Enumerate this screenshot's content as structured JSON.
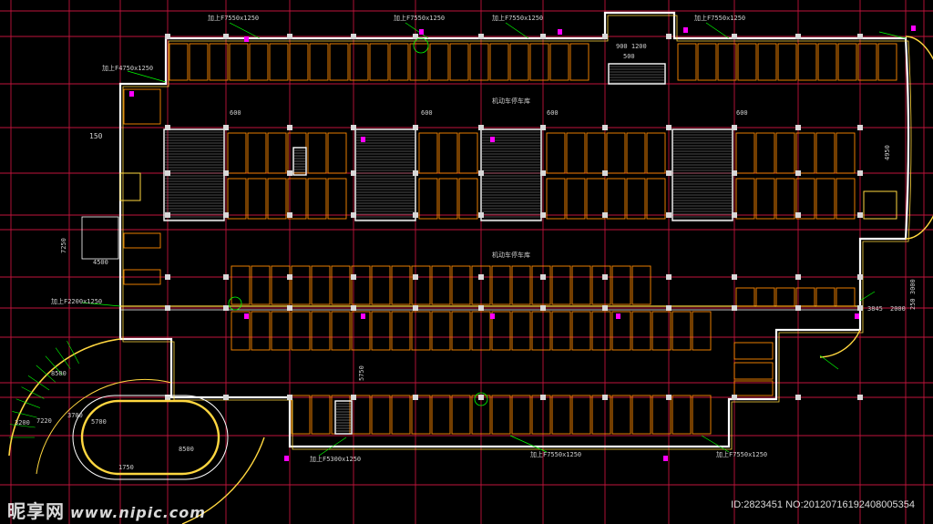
{
  "colors": {
    "background": "#000000",
    "grid": "#c0143c",
    "wall": "#ffffff",
    "outline": "#ffd740",
    "slot": "#ff8a00",
    "dimension": "#00ff00",
    "annotation": "#d0d0d0",
    "tag": "#ff00ff"
  },
  "labels": {
    "top_dims": [
      "加上F7550x1250",
      "加上F7550x1250",
      "加上F7550x1250",
      "加上F7550x1250"
    ],
    "left_top_dim": "加上F4750x1250",
    "mid_left_dim": "加上F2200x1250",
    "bottom_dims": [
      "加上F5300x1250",
      "加上F7550x1250",
      "加上F7550x1250"
    ],
    "ramp_labels": [
      "600",
      "600",
      "600",
      "600"
    ],
    "dim_150": "150",
    "dim_4500": "4500",
    "dim_7250": "7250",
    "dim_4950": "4950",
    "dim_3845": "3845",
    "dim_2000": "2000",
    "dim_3000": "250 3000",
    "dim_5750": "5750",
    "dim_900": "900 1200",
    "dim_500": "500",
    "curve_dims": [
      "3700",
      "5700",
      "7220",
      "8500",
      "8500",
      "3200",
      "1750"
    ],
    "area_label_1": "机动车停车库",
    "area_label_2": "机动车停车库"
  },
  "watermark": {
    "logo_text": "昵享网",
    "site": "www.nipic.com",
    "id_text": "ID:2823451 NO:20120716192408005354"
  }
}
